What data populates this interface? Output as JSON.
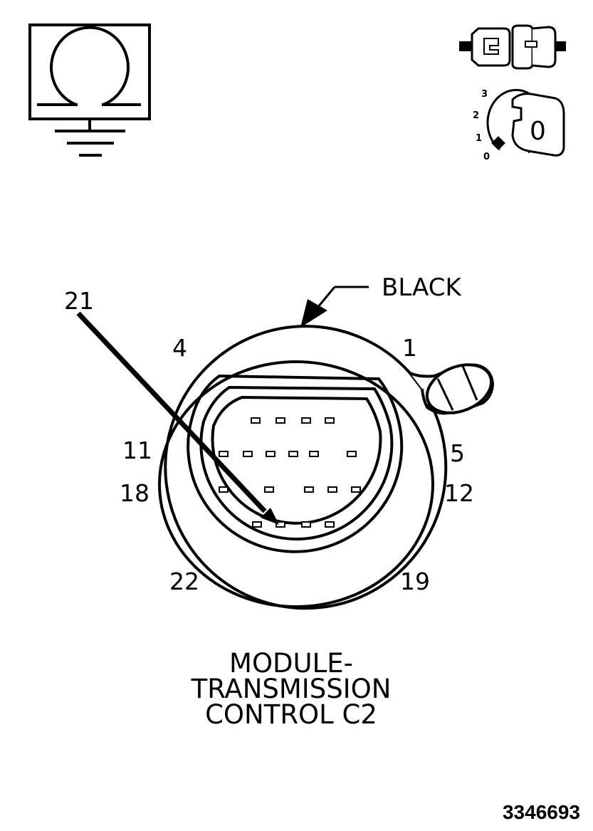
{
  "icons": {
    "ohmmeter": "ohmmeter-ground-icon",
    "connector": "disconnected-connector-icon",
    "ignition": "ignition-key-off-icon"
  },
  "ignition": {
    "positions": [
      "3",
      "2",
      "1",
      "0"
    ],
    "key_label": "0"
  },
  "connector": {
    "color_label": "BLACK",
    "pin_labels": {
      "p1": "1",
      "p4": "4",
      "p5": "5",
      "p11": "11",
      "p12": "12",
      "p18": "18",
      "p19": "19",
      "p21": "21",
      "p22": "22"
    },
    "pin_count": 22,
    "pointer_pin": "21"
  },
  "title": {
    "line1": "MODULE-",
    "line2": "TRANSMISSION",
    "line3": "CONTROL C2"
  },
  "figure_code": "3346693"
}
